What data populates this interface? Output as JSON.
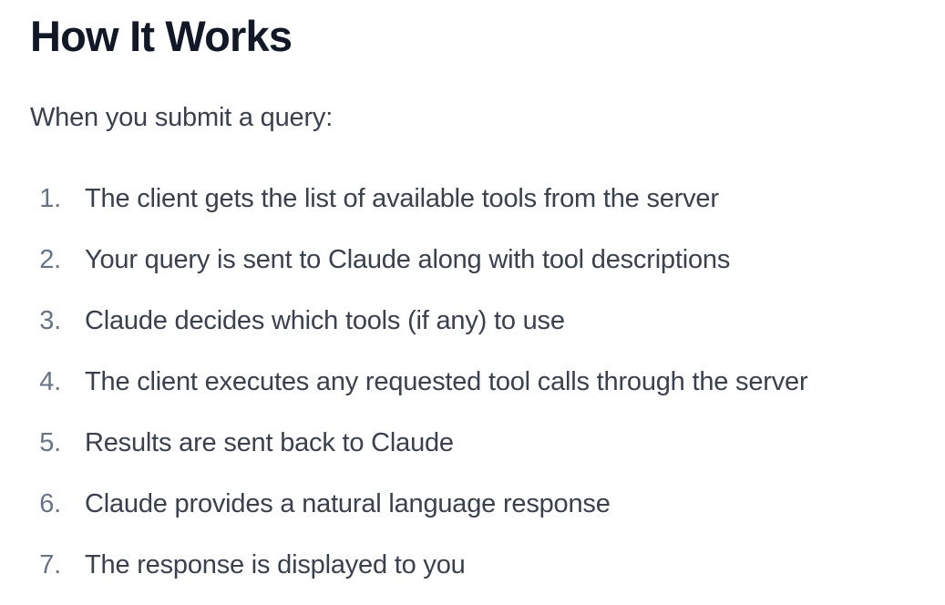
{
  "heading": {
    "title": "How It Works"
  },
  "intro": {
    "text": "When you submit a query:"
  },
  "steps": {
    "items": [
      {
        "num": "1.",
        "text": "The client gets the list of available tools from the server"
      },
      {
        "num": "2.",
        "text": "Your query is sent to Claude along with tool descriptions"
      },
      {
        "num": "3.",
        "text": "Claude decides which tools (if any) to use"
      },
      {
        "num": "4.",
        "text": "The client executes any requested tool calls through the server"
      },
      {
        "num": "5.",
        "text": "Results are sent back to Claude"
      },
      {
        "num": "6.",
        "text": "Claude provides a natural language response"
      },
      {
        "num": "7.",
        "text": "The response is displayed to you"
      }
    ]
  },
  "colors": {
    "background": "#ffffff",
    "heading_text": "#111827",
    "body_text": "#374151",
    "list_marker": "#64748b"
  }
}
